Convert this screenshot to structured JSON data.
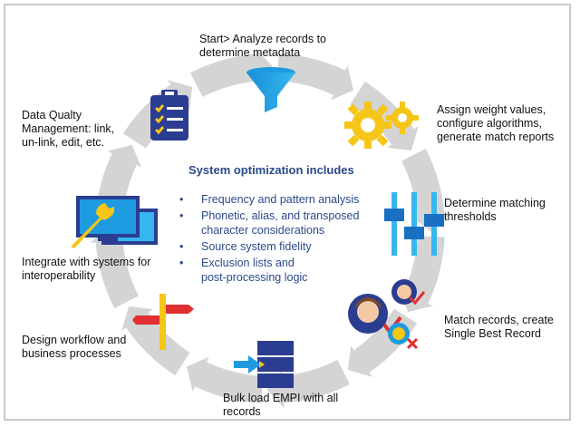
{
  "diagram": {
    "steps": [
      {
        "id": "start",
        "text": "Start> Analyze records to\ndetermine metadata",
        "icon": "funnel-icon"
      },
      {
        "id": "weights",
        "text": "Assign weight values,\nconfigure algorithms,\ngenerate match reports",
        "icon": "gears-icon"
      },
      {
        "id": "thresholds",
        "text": "Determine matching\nthresholds",
        "icon": "sliders-icon"
      },
      {
        "id": "match",
        "text": "Match records, create\nSingle Best Record",
        "icon": "people-match-icon"
      },
      {
        "id": "bulkload",
        "text": "Bulk load EMPI with all\nrecords",
        "icon": "database-load-icon"
      },
      {
        "id": "workflow",
        "text": "Design workflow and\nbusiness processes",
        "icon": "signpost-icon"
      },
      {
        "id": "integrate",
        "text": "Integrate with systems for\ninteroperability",
        "icon": "monitors-wrench-icon"
      },
      {
        "id": "dqm",
        "text": "Data Qualty\nManagement: link,\nun-link, edit, etc.",
        "icon": "clipboard-checklist-icon"
      }
    ],
    "center": {
      "title": "System optimization includes",
      "bullets": [
        "Frequency and pattern analysis",
        "Phonetic, alias, and transposed\ncharacter considerations",
        "Source system fidelity",
        "Exclusion lists and\npost-processing logic"
      ],
      "bullet_symbol": "•"
    },
    "colors": {
      "arrow_gray": "#d4d4d4",
      "accent_blue": "#1e9be0",
      "navy": "#2a3d91",
      "gold": "#f5c518",
      "text_blue": "#2b4a8c",
      "red": "#e0302f"
    }
  }
}
